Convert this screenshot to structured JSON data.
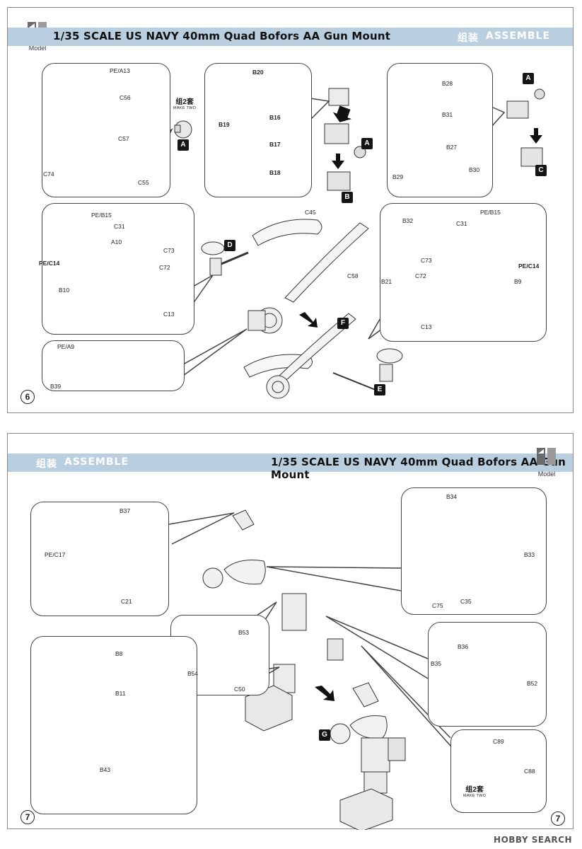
{
  "top_page": {
    "title": "1/35 SCALE US NAVY 40mm Quad Bofors AA Gun Mount",
    "assemble_cn": "组装",
    "assemble_en": "ASSEMBLE",
    "logo_text": "Model",
    "page_number": "6",
    "make_two_cn": "组2套",
    "make_two_en": "MAKE TWO",
    "labels": {
      "pe_a13": "PE/A13",
      "c56": "C56",
      "c57": "C57",
      "c74": "C74",
      "c55": "C55",
      "b20": "B20",
      "b19": "B19",
      "b16": "B16",
      "b17": "B17",
      "b18": "B18",
      "b28": "B28",
      "b31": "B31",
      "b27": "B27",
      "b29": "B29",
      "b30": "B30",
      "pe_b15_l": "PE/B15",
      "c31_l": "C31",
      "a10": "A10",
      "c73_l": "C73",
      "pe_c14_l": "PE/C14",
      "c72_l": "C72",
      "b10": "B10",
      "c13_l": "C13",
      "c45": "C45",
      "c58": "C58",
      "pe_a9": "PE/A9",
      "b39": "B39",
      "b32": "B32",
      "c31_r": "C31",
      "pe_b15_r": "PE/B15",
      "c73_r": "C73",
      "pe_c14_r": "PE/C14",
      "c72_r": "C72",
      "b21": "B21",
      "b9": "B9",
      "c13_r": "C13"
    },
    "steps": {
      "a1": "A",
      "a2": "A",
      "a3": "A",
      "b": "B",
      "c": "C",
      "d": "D",
      "e": "E",
      "f": "F"
    }
  },
  "bottom_page": {
    "title": "1/35 SCALE US NAVY 40mm Quad Bofors AA Gun Mount",
    "assemble_cn": "组装",
    "assemble_en": "ASSEMBLE",
    "logo_text": "Model",
    "page_number": "7",
    "make_two_cn": "组2套",
    "make_two_en": "MAKE TWO",
    "labels": {
      "b37": "B37",
      "pe_c17": "PE/C17",
      "c21": "C21",
      "b34": "B34",
      "b33": "B33",
      "c35": "C35",
      "c75": "C75",
      "b53": "B53",
      "b54": "B54",
      "c50": "C50",
      "b36": "B36",
      "b35": "B35",
      "b52": "B52",
      "b8": "B8",
      "b11": "B11",
      "b43": "B43",
      "c89": "C89",
      "c88": "C88"
    },
    "steps": {
      "g": "G"
    }
  },
  "watermark": "HOBBY SEARCH"
}
